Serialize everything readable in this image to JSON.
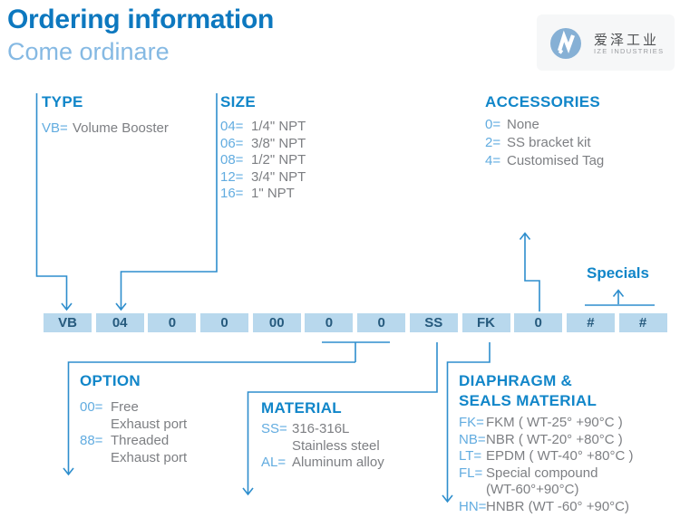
{
  "header": {
    "title": "Ordering information",
    "subtitle": "Come ordinare"
  },
  "logo": {
    "cn": "爱泽工业",
    "en": "IZE INDUSTRIES",
    "mark": "ize-circle-mark"
  },
  "sections": {
    "type": {
      "title": "TYPE",
      "items": [
        {
          "code": "VB=",
          "value": "Volume Booster"
        }
      ]
    },
    "size": {
      "title": "SIZE",
      "items": [
        {
          "code": "04=",
          "value": "1/4\" NPT"
        },
        {
          "code": "06=",
          "value": "3/8\" NPT"
        },
        {
          "code": "08=",
          "value": "1/2\" NPT"
        },
        {
          "code": "12=",
          "value": "3/4\" NPT"
        },
        {
          "code": "16=",
          "value": "1\" NPT"
        }
      ]
    },
    "accessories": {
      "title": "ACCESSORIES",
      "items": [
        {
          "code": "0=",
          "value": "None"
        },
        {
          "code": "2=",
          "value": "SS bracket kit"
        },
        {
          "code": "4=",
          "value": "Customised Tag"
        }
      ]
    },
    "option": {
      "title": "OPTION",
      "items": [
        {
          "code": "00=",
          "lines": [
            "Free",
            "Exhaust port"
          ]
        },
        {
          "code": "88=",
          "lines": [
            "Threaded",
            "Exhaust port"
          ]
        }
      ]
    },
    "material": {
      "title": "MATERIAL",
      "items": [
        {
          "code": "SS=",
          "lines": [
            "316-316L",
            "Stainless steel"
          ]
        },
        {
          "code": "AL=",
          "lines": [
            "Aluminum alloy"
          ]
        }
      ]
    },
    "diaphragm": {
      "title_line1": "DIAPHRAGM &",
      "title_line2": "SEALS MATERIAL",
      "items": [
        {
          "code": "FK=",
          "lines": [
            "FKM ( WT-25° +90°C )"
          ]
        },
        {
          "code": "NB=",
          "lines": [
            "NBR ( WT-20° +80°C )"
          ]
        },
        {
          "code": "LT=",
          "lines": [
            "EPDM ( WT-40° +80°C )"
          ]
        },
        {
          "code": "FL=",
          "lines": [
            "Special compound",
            "(WT-60°+90°C)"
          ]
        },
        {
          "code": "HN=",
          "lines": [
            "HNBR (WT -60° +90°C)"
          ]
        }
      ]
    }
  },
  "specials_label": "Specials",
  "code_boxes": [
    "VB",
    "04",
    "0",
    "0",
    "00",
    "0",
    "0",
    "SS",
    "FK",
    "0",
    "#",
    "#"
  ],
  "colors": {
    "accent_blue": "#1186c9",
    "title_blue": "#0d78bf",
    "subtitle_blue": "#85b9e3",
    "code_blue": "#62ace0",
    "text_gray": "#7d7f83",
    "line_blue": "#2e8ecd",
    "box_bg": "#b8d8ed",
    "box_text": "#265a7d",
    "logo_circle": "#86b0d5",
    "logo_cn": "#505254",
    "logo_en": "#9a9ca0"
  }
}
